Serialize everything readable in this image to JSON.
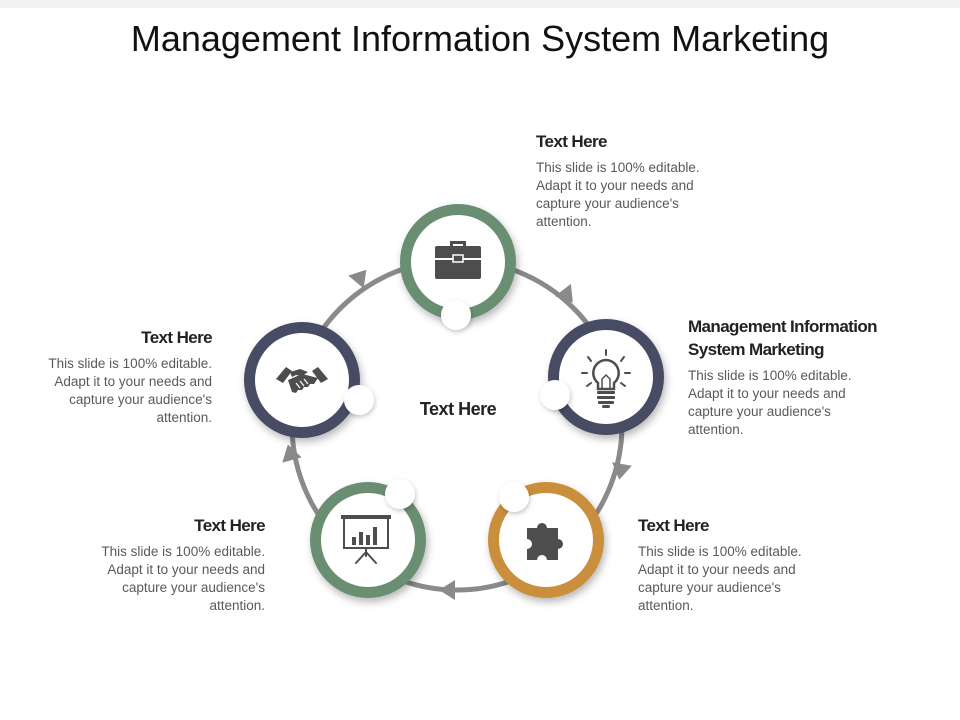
{
  "title": "Management Information System Marketing",
  "center_label": "Text Here",
  "colors": {
    "green": "#6b8e72",
    "navy": "#464c63",
    "orange": "#c98f3e",
    "arrow": "#8a8a8a",
    "icon": "#4d4d4d"
  },
  "nodes": [
    {
      "id": "top",
      "heading": "Text Here",
      "desc": "This slide is 100% editable. Adapt it to your needs and capture your audience's attention.",
      "icon": "briefcase-icon",
      "color": "#6b8e72"
    },
    {
      "id": "right",
      "heading": "Management Information System Marketing",
      "desc": "This slide is 100% editable. Adapt it to your needs and capture your audience's attention.",
      "icon": "lightbulb-icon",
      "color": "#464c63"
    },
    {
      "id": "bottom-right",
      "heading": "Text Here",
      "desc": "This slide is 100% editable. Adapt it to your needs and capture your audience's attention.",
      "icon": "puzzle-icon",
      "color": "#c98f3e"
    },
    {
      "id": "bottom-left",
      "heading": "Text Here",
      "desc": "This slide is 100% editable. Adapt it to your needs and capture your audience's attention.",
      "icon": "presentation-chart-icon",
      "color": "#6b8e72"
    },
    {
      "id": "left",
      "heading": "Text Here",
      "desc": "This slide is 100% editable. Adapt it to your needs and capture your audience's attention.",
      "icon": "handshake-icon",
      "color": "#464c63"
    }
  ]
}
